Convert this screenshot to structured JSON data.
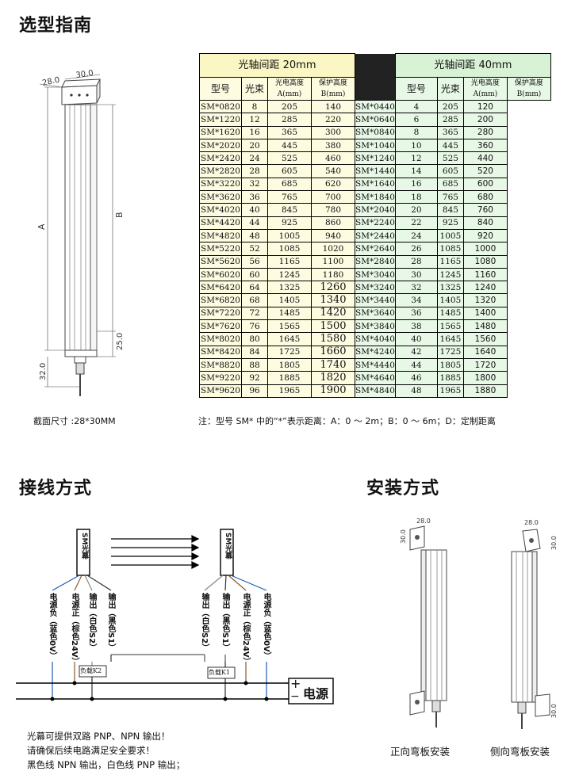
{
  "section_titles": {
    "selection": "选型指南",
    "wiring": "接线方式",
    "install": "安装方式"
  },
  "drawing": {
    "dim_28": "28.0",
    "dim_30": "30.0",
    "label_a": "A",
    "label_b": "B",
    "dim_25": "25.0",
    "dim_32": "32.0",
    "section_size": "截面尺寸 :28*30MM"
  },
  "table": {
    "left_header": "光轴间距 20mm",
    "right_header": "光轴间距 40mm",
    "col_model": "型号",
    "col_beams": "光束",
    "col_a_1": "光电高度",
    "col_a_2": "A(mm)",
    "col_b_1": "保护高度",
    "col_b_2": "B(mm)",
    "left_rows": [
      [
        "SM*0820",
        "8",
        "205",
        "140"
      ],
      [
        "SM*1220",
        "12",
        "285",
        "220"
      ],
      [
        "SM*1620",
        "16",
        "365",
        "300"
      ],
      [
        "SM*2020",
        "20",
        "445",
        "380"
      ],
      [
        "SM*2420",
        "24",
        "525",
        "460"
      ],
      [
        "SM*2820",
        "28",
        "605",
        "540"
      ],
      [
        "SM*3220",
        "32",
        "685",
        "620"
      ],
      [
        "SM*3620",
        "36",
        "765",
        "700"
      ],
      [
        "SM*4020",
        "40",
        "845",
        "780"
      ],
      [
        "SM*4420",
        "44",
        "925",
        "860"
      ],
      [
        "SM*4820",
        "48",
        "1005",
        "940"
      ],
      [
        "SM*5220",
        "52",
        "1085",
        "1020"
      ],
      [
        "SM*5620",
        "56",
        "1165",
        "1100"
      ],
      [
        "SM*6020",
        "60",
        "1245",
        "1180"
      ],
      [
        "SM*6420",
        "64",
        "1325",
        "1260"
      ],
      [
        "SM*6820",
        "68",
        "1405",
        "1340"
      ],
      [
        "SM*7220",
        "72",
        "1485",
        "1420"
      ],
      [
        "SM*7620",
        "76",
        "1565",
        "1500"
      ],
      [
        "SM*8020",
        "80",
        "1645",
        "1580"
      ],
      [
        "SM*8420",
        "84",
        "1725",
        "1660"
      ],
      [
        "SM*8820",
        "88",
        "1805",
        "1740"
      ],
      [
        "SM*9220",
        "92",
        "1885",
        "1820"
      ],
      [
        "SM*9620",
        "96",
        "1965",
        "1900"
      ]
    ],
    "right_rows": [
      [
        "SM*0440",
        "4",
        "205",
        "120"
      ],
      [
        "SM*0640",
        "6",
        "285",
        "200"
      ],
      [
        "SM*0840",
        "8",
        "365",
        "280"
      ],
      [
        "SM*1040",
        "10",
        "445",
        "360"
      ],
      [
        "SM*1240",
        "12",
        "525",
        "440"
      ],
      [
        "SM*1440",
        "14",
        "605",
        "520"
      ],
      [
        "SM*1640",
        "16",
        "685",
        "600"
      ],
      [
        "SM*1840",
        "18",
        "765",
        "680"
      ],
      [
        "SM*2040",
        "20",
        "845",
        "760"
      ],
      [
        "SM*2240",
        "22",
        "925",
        "840"
      ],
      [
        "SM*2440",
        "24",
        "1005",
        "920"
      ],
      [
        "SM*2640",
        "26",
        "1085",
        "1000"
      ],
      [
        "SM*2840",
        "28",
        "1165",
        "1080"
      ],
      [
        "SM*3040",
        "30",
        "1245",
        "1160"
      ],
      [
        "SM*3240",
        "32",
        "1325",
        "1240"
      ],
      [
        "SM*3440",
        "34",
        "1405",
        "1320"
      ],
      [
        "SM*3640",
        "36",
        "1485",
        "1400"
      ],
      [
        "SM*3840",
        "38",
        "1565",
        "1480"
      ],
      [
        "SM*4040",
        "40",
        "1645",
        "1560"
      ],
      [
        "SM*4240",
        "42",
        "1725",
        "1640"
      ],
      [
        "SM*4440",
        "44",
        "1805",
        "1720"
      ],
      [
        "SM*4640",
        "46",
        "1885",
        "1800"
      ],
      [
        "SM*4840",
        "48",
        "1965",
        "1880"
      ]
    ],
    "note": "注：型号 SM* 中的“*”表示距离：A：0 ～ 2m；B：0 ～ 6m；D：定制距离"
  },
  "wiring": {
    "unit_left": "SM光幕",
    "unit_right": "SM光幕",
    "wires_left": [
      "电源负（蓝色0V）",
      "电源正（棕色24V）",
      "输出（白色S2）",
      "输出（黑色S1）"
    ],
    "wires_right": [
      "输出（白色S2）",
      "输出（黑色S1）",
      "电源正（棕色24V）",
      "电源负（蓝色0V）"
    ],
    "load_k2": "负载K2",
    "load_k1": "负载K1",
    "plus": "+",
    "minus": "−",
    "power": "电源",
    "notes": [
      "光幕可提供双路 PNP、NPN 输出！",
      "请确保后续电路满足安全要求！",
      "黑色线 NPN 输出，白色线 PNP 输出；"
    ]
  },
  "install": {
    "dim_28": "28.0",
    "dim_30": "30.0",
    "front_caption": "正向弯板安装",
    "side_caption": "侧向弯板安装"
  }
}
